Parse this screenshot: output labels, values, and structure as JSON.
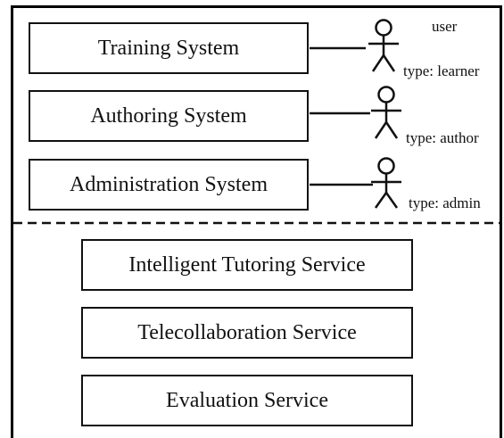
{
  "systems": [
    {
      "label": "Training System"
    },
    {
      "label": "Authoring System"
    },
    {
      "label": "Administration System"
    }
  ],
  "actor_labels": {
    "user": "user",
    "learner": "type: learner",
    "author": "type: author",
    "admin": "type: admin"
  },
  "services": [
    {
      "label": "Intelligent Tutoring Service"
    },
    {
      "label": "Telecollaboration Service"
    },
    {
      "label": "Evaluation Service"
    }
  ]
}
